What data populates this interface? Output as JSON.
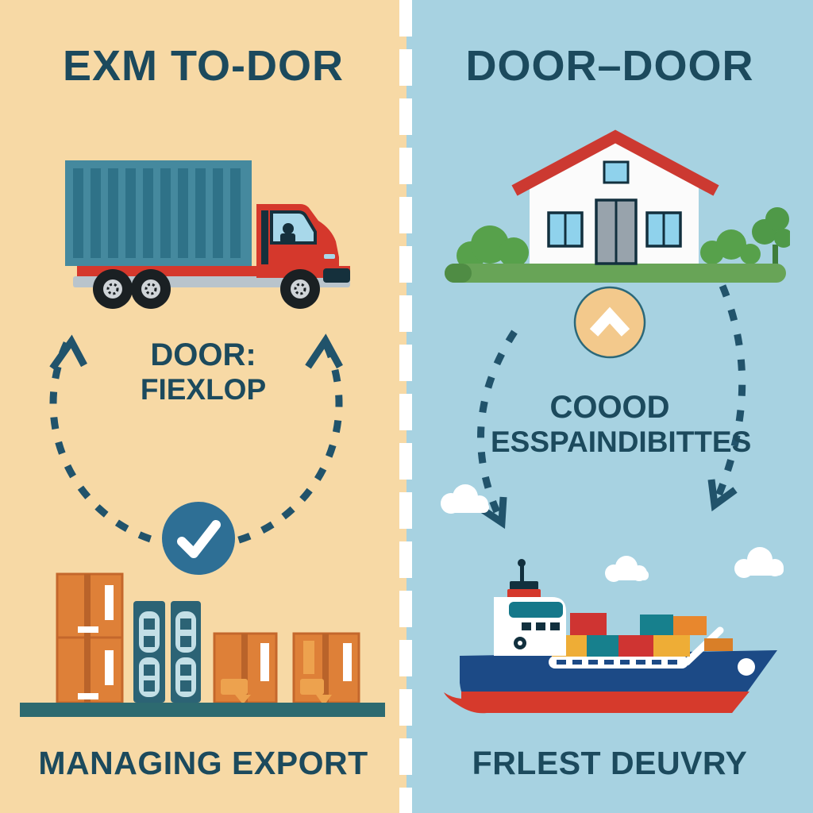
{
  "left_panel": {
    "title": "EXM TO-DOR",
    "center_label": {
      "line1": "DOOR:",
      "line2": "FIEXLOP"
    },
    "bottom_label": "MANAGING EXPORT",
    "illustrations": [
      "cargo-truck",
      "dashed-loop-arrows",
      "checkmark-badge",
      "export-crates-on-shelf"
    ]
  },
  "right_panel": {
    "title": "DOOR–DOOR",
    "center_label": {
      "line1": "COOOD",
      "line2": "ESSPAINDIBITTES"
    },
    "bottom_label": "FRLEST DEUVRY",
    "illustrations": [
      "house-with-garden",
      "chevron-up-badge",
      "dashed-down-arrows",
      "clouds",
      "container-ship"
    ]
  },
  "divider": {
    "style": "vertical-white-dashed"
  },
  "colors": {
    "left_background": "#f7d9a5",
    "right_background": "#a7d2e1",
    "heading_text": "#1c4a5d",
    "dashed_arrow": "#21536b",
    "accent_red": "#d5382c",
    "container_teal": "#45899e",
    "crate_orange": "#de8038",
    "check_badge_blue": "#2e6f95",
    "chevron_badge_tan": "#f3c98c",
    "ground_green": "#68a457",
    "shelf_teal": "#2d6a70",
    "hull_blue": "#1c4a86"
  }
}
